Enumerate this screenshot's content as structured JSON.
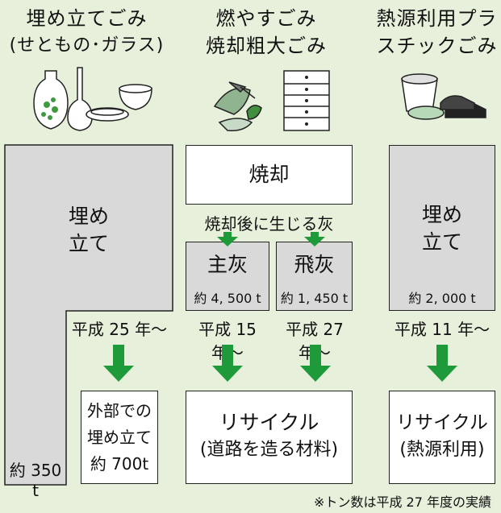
{
  "columns": {
    "landfill": {
      "title_line1": "埋め立てごみ",
      "title_line2": "(せともの･ガラス)",
      "box_label_line1": "埋め",
      "box_label_line2": "立て",
      "amount": "約 350 t",
      "since": "平成 25 年〜",
      "external_line1": "外部での",
      "external_line2": "埋め立て",
      "external_line3": "約 700t"
    },
    "burnable": {
      "title_line1": "燃やすごみ",
      "title_line2": "焼却粗大ごみ",
      "incineration": "焼却",
      "ash_caption": "焼却後に生じる灰",
      "main_ash": "主灰",
      "main_ash_amount": "約 4, 500 t",
      "fly_ash": "飛灰",
      "fly_ash_amount": "約 1, 450 t",
      "main_since": "平成 15 年〜",
      "fly_since": "平成 27 年〜",
      "recycle_line1": "リサイクル",
      "recycle_line2": "(道路を造る材料)"
    },
    "plastic": {
      "title_line1": "熱源利用プラ",
      "title_line2": "スチックごみ",
      "box_label_line1": "埋め",
      "box_label_line2": "立て",
      "amount": "約 2, 000 t",
      "since": "平成 11 年〜",
      "recycle_line1": "リサイクル",
      "recycle_line2": "(熱源利用)"
    }
  },
  "footnote": "※トン数は平成 27 年度の実績",
  "colors": {
    "background": "#e6f0da",
    "gray_box": "#d9d9d9",
    "arrow": "#1f9a3a"
  }
}
